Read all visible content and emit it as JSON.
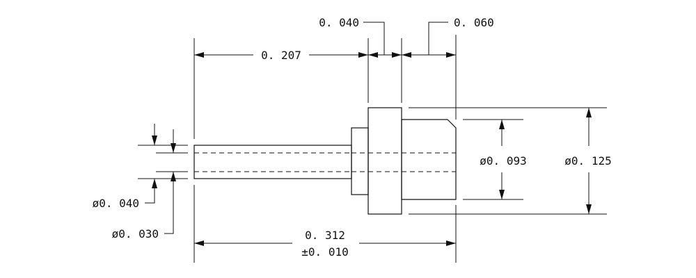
{
  "dimensions": {
    "shaft_length": "0. 207",
    "knurl_width": "0. 040",
    "tail_width": "0. 060",
    "hub_diameter": "ø0. 093",
    "head_diameter": "ø0. 125",
    "pin_outer_diameter": "ø0. 040",
    "pin_inner_diameter": "ø0. 030",
    "overall_length": "0. 312",
    "overall_tolerance": "±0. 010"
  },
  "colors": {
    "ink": "#111111",
    "background": "#ffffff"
  }
}
